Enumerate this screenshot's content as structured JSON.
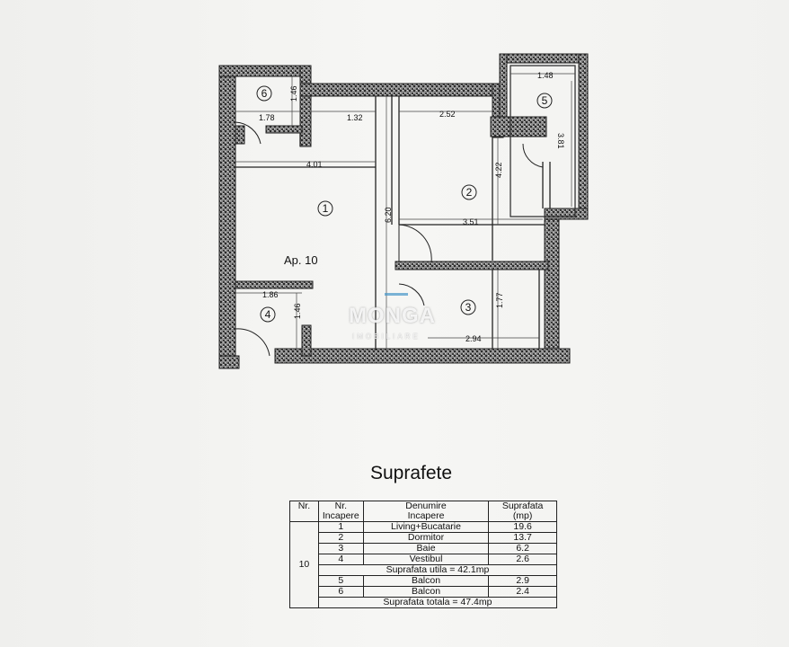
{
  "apartment_label": "Ap. 10",
  "rooms": {
    "r1": "1",
    "r2": "2",
    "r3": "3",
    "r4": "4",
    "r5": "5",
    "r6": "6"
  },
  "dimensions": {
    "d_148": "1.48",
    "d_146a": "1.46",
    "d_178": "1.78",
    "d_132": "1.32",
    "d_252": "2.52",
    "d_381": "3.81",
    "d_401": "4.01",
    "d_422": "4.22",
    "d_620": "6.20",
    "d_351": "3.51",
    "d_186": "1.86",
    "d_146b": "1.46",
    "d_177": "1.77",
    "d_294": "2.94"
  },
  "watermark": {
    "main": "MONGA",
    "sub": "IMOBILIARE"
  },
  "table": {
    "title": "Suprafete",
    "headers": {
      "nr": "Nr.",
      "nr_incapere": [
        "Nr.",
        "Incapere"
      ],
      "denumire": [
        "Denumire",
        "Incapere"
      ],
      "suprafata": [
        "Suprafata",
        "(mp)"
      ]
    },
    "apartment_nr": "10",
    "rows": [
      {
        "nr": "1",
        "name": "Living+Bucatarie",
        "area": "19.6"
      },
      {
        "nr": "2",
        "name": "Dormitor",
        "area": "13.7"
      },
      {
        "nr": "3",
        "name": "Baie",
        "area": "6.2"
      },
      {
        "nr": "4",
        "name": "Vestibul",
        "area": "2.6"
      }
    ],
    "useful_total": "Suprafata utila = 42.1mp",
    "balcony_rows": [
      {
        "nr": "5",
        "name": "Balcon",
        "area": "2.9"
      },
      {
        "nr": "6",
        "name": "Balcon",
        "area": "2.4"
      }
    ],
    "grand_total": "Suprafata totala = 47.4mp"
  }
}
